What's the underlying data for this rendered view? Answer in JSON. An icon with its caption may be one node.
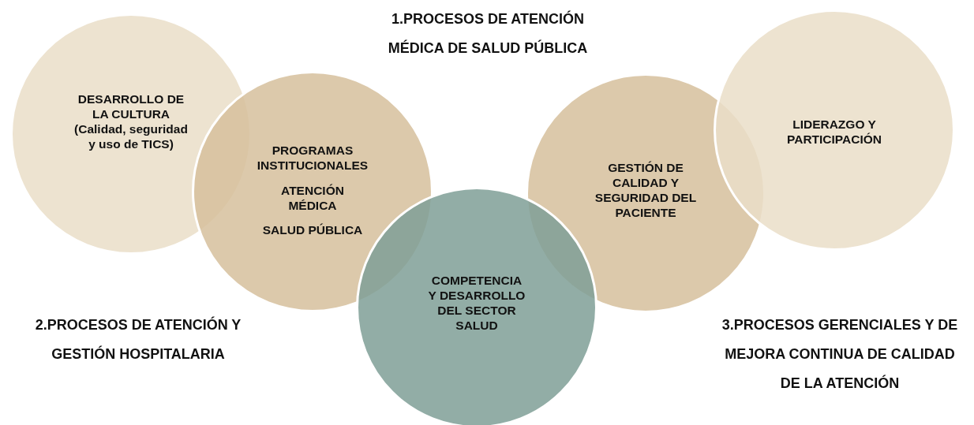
{
  "diagram": {
    "nodes": [
      {
        "text": [
          "DESARROLLO DE LA CULTURA (Calidad, seguridad y uso de TICS)"
        ]
      },
      {
        "text": [
          "PROGRAMAS INSTITUCIONALES",
          "ATENCIÓN MÉDICA",
          "SALUD PÚBLICA"
        ]
      },
      {
        "text": [
          "COMPETENCIA Y DESARROLLO DEL SECTOR SALUD"
        ]
      },
      {
        "text": [
          "GESTIÓN DE CALIDAD Y SEGURIDAD DEL PACIENTE"
        ]
      },
      {
        "text": [
          "LIDERAZGO Y PARTICIPACIÓN"
        ]
      }
    ],
    "labels": [
      "1.PROCESOS DE ATENCIÓN MÉDICA DE SALUD PÚBLICA",
      "2.PROCESOS DE ATENCIÓN Y GESTIÓN HOSPITALARIA",
      "3.PROCESOS GERENCIALES Y DE MEJORA CONTINUA DE CALIDAD DE LA ATENCIÓN"
    ]
  }
}
